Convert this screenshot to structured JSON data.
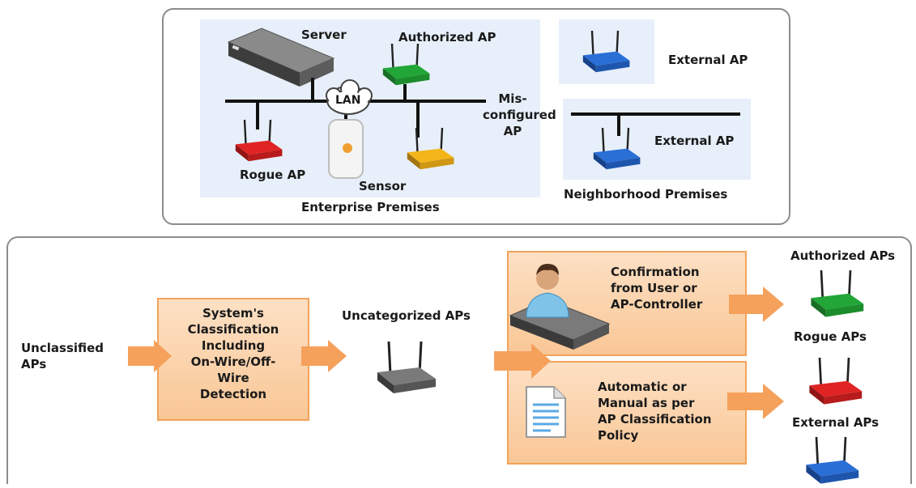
{
  "top": {
    "labels": {
      "server": "Server",
      "authorized_ap": "Authorized AP",
      "lan": "LAN",
      "misconfigured_ap": "Mis-\nconfigured\nAP",
      "rogue_ap": "Rogue AP",
      "sensor": "Sensor",
      "enterprise_premises": "Enterprise Premises",
      "external_ap_top": "External AP",
      "external_ap_neighbor": "External AP",
      "neighborhood_premises": "Neighborhood Premises"
    }
  },
  "bottom": {
    "labels": {
      "unclassified": "Unclassified\nAPs",
      "system_classification": "System's\nClassification\nIncluding\nOn-Wire/Off-\nWire\nDetection",
      "uncategorized": "Uncategorized APs",
      "confirmation": "Confirmation\nfrom User or\nAP-Controller",
      "automatic": "Automatic or\nManual as per\nAP Classification\nPolicy",
      "authorized_aps": "Authorized APs",
      "rogue_aps": "Rogue APs",
      "external_aps": "External APs"
    }
  },
  "colors": {
    "authorized": "#22a637",
    "rogue": "#e02424",
    "misconfigured": "#f3b51a",
    "external": "#2a6fd6",
    "uncategorized": "#6b6b6b",
    "arrow": "#f5a15c"
  }
}
